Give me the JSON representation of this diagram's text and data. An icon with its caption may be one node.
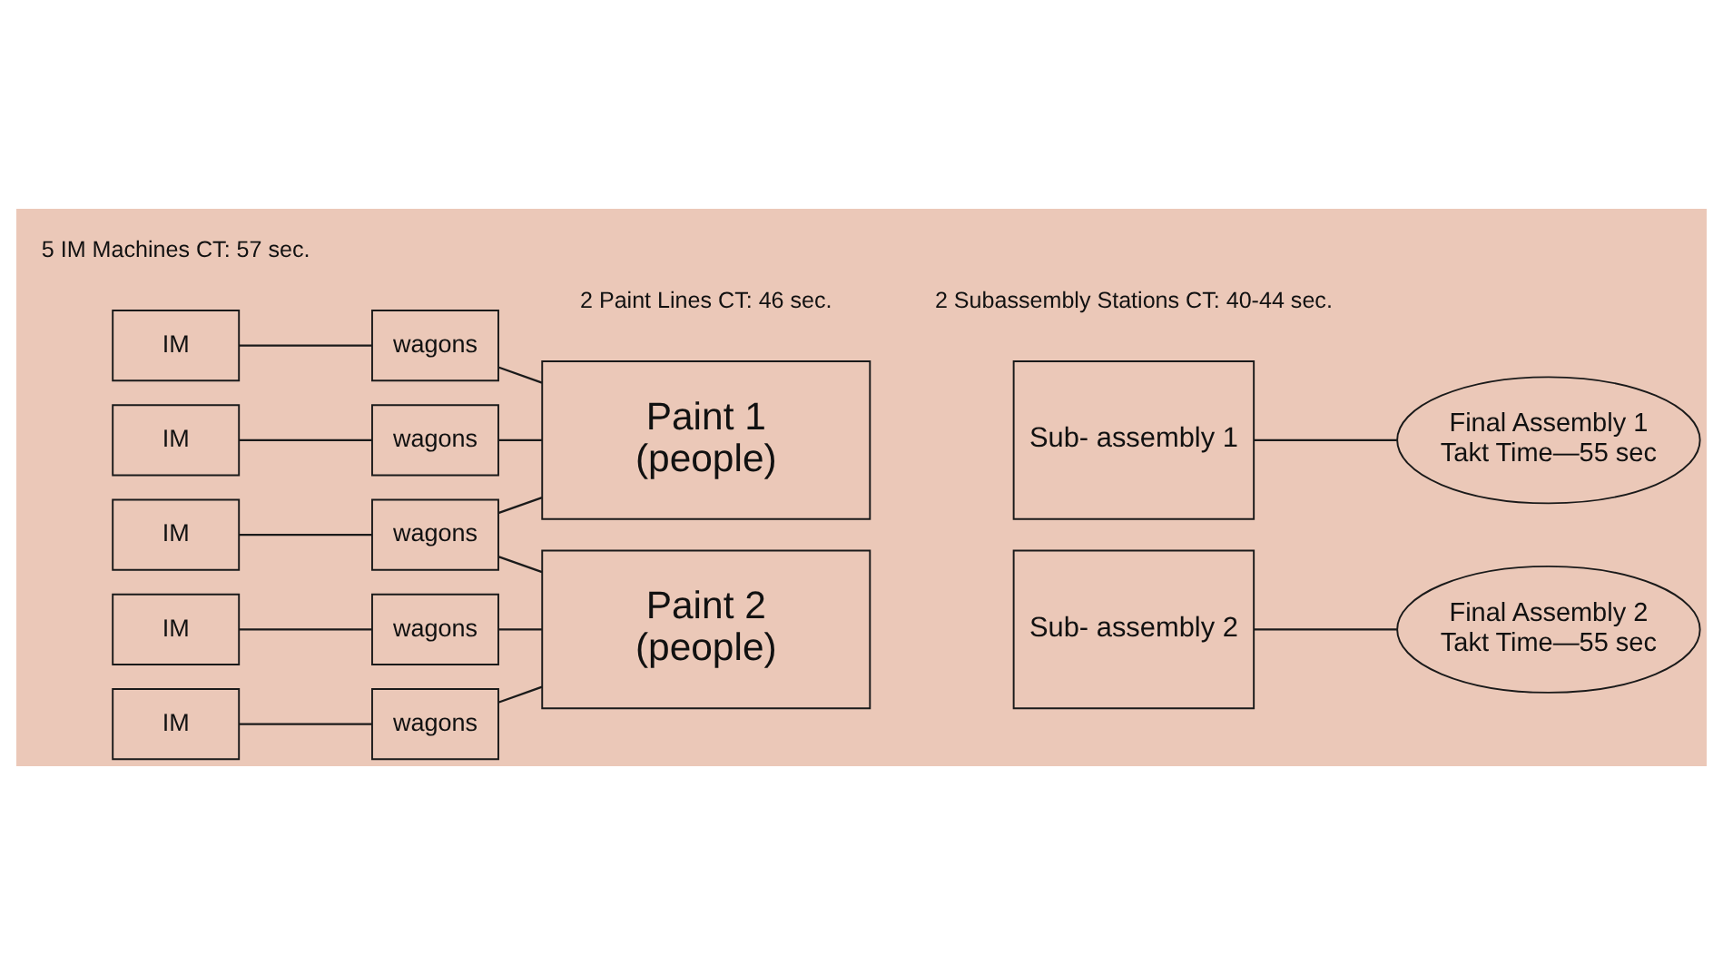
{
  "diagram": {
    "nodes": [
      {
        "text": [
          "IM"
        ]
      },
      {
        "text": [
          "IM"
        ]
      },
      {
        "text": [
          "IM"
        ]
      },
      {
        "text": [
          "IM"
        ]
      },
      {
        "text": [
          "IM"
        ]
      },
      {
        "text": [
          "wagons"
        ]
      },
      {
        "text": [
          "wagons"
        ]
      },
      {
        "text": [
          "wagons"
        ]
      },
      {
        "text": [
          "wagons"
        ]
      },
      {
        "text": [
          "wagons"
        ]
      },
      {
        "text": [
          "Paint 1",
          "(people)"
        ]
      },
      {
        "text": [
          "Sub- assembly 1"
        ]
      },
      {
        "text": [
          "Final Assembly 1",
          "Takt Time—55 sec"
        ]
      },
      {
        "text": [
          "Paint 2",
          "(people)"
        ]
      },
      {
        "text": [
          "Sub- assembly 2"
        ]
      },
      {
        "text": [
          "Final Assembly 2",
          "Takt Time—55 sec"
        ]
      }
    ],
    "edges": [
      {
        "from": 0,
        "to": 5,
        "arrow": "none"
      },
      {
        "from": 1,
        "to": 6,
        "arrow": "none"
      },
      {
        "from": 2,
        "to": 7,
        "arrow": "none"
      },
      {
        "from": 3,
        "to": 8,
        "arrow": "none"
      },
      {
        "from": 4,
        "to": 9,
        "arrow": "none"
      },
      {
        "from": 5,
        "to": 10,
        "arrow": "none"
      },
      {
        "from": 6,
        "to": 10,
        "arrow": "none"
      },
      {
        "from": 7,
        "to": 10,
        "arrow": "none"
      },
      {
        "from": 7,
        "to": 13,
        "arrow": "none"
      },
      {
        "from": 8,
        "to": 13,
        "arrow": "none"
      },
      {
        "from": 9,
        "to": 13,
        "arrow": "none"
      },
      {
        "from": 11,
        "to": 12,
        "arrow": "none"
      },
      {
        "from": 14,
        "to": 15,
        "arrow": "none"
      }
    ],
    "labels": [
      "2 Paint Lines CT: 46 sec.",
      "2 Subassembly Stations CT: 40-44 sec.",
      "5 IM Machines CT: 57 sec."
    ]
  }
}
